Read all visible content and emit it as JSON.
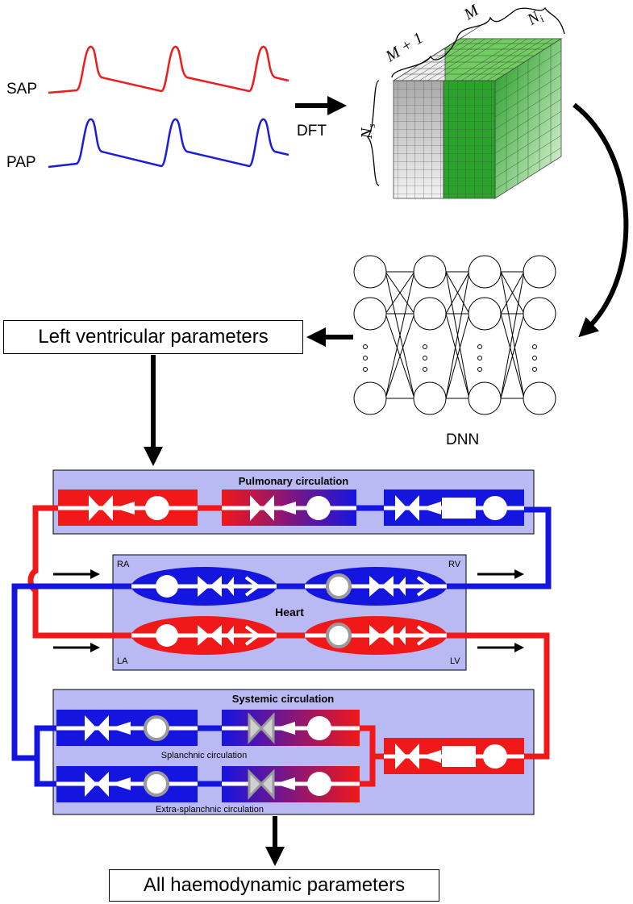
{
  "signals": {
    "sap_label": "SAP",
    "pap_label": "PAP",
    "sap_color": "#ee1c1c",
    "pap_color": "#1c1ce0"
  },
  "dft_label": "DFT",
  "tensor": {
    "label_m_plus_1": "M + 1",
    "label_m": "M",
    "label_ni": "N",
    "label_ni_sub": "i",
    "label_ns": "N",
    "label_ns_sub": "s"
  },
  "dnn_label": "DNN",
  "left_ventricular_label": "Left ventricular parameters",
  "all_haemodynamic_label": "All haemodynamic parameters",
  "pulmonary": {
    "title": "Pulmonary circulation"
  },
  "heart": {
    "title": "Heart",
    "ra": "RA",
    "rv": "RV",
    "la": "LA",
    "lv": "LV"
  },
  "systemic": {
    "title": "Systemic circulation",
    "splanchnic": "Splanchnic circulation",
    "extra_splanchnic": "Extra-splanchnic circulation"
  },
  "colors": {
    "arterial_red": "#f01818",
    "venous_blue": "#1515e0",
    "panel_fill": "#b9b9f4",
    "grey_valve": "#9a9a9a",
    "tensor_grey": "#bdbdbd",
    "tensor_green": "#2aa32a"
  }
}
